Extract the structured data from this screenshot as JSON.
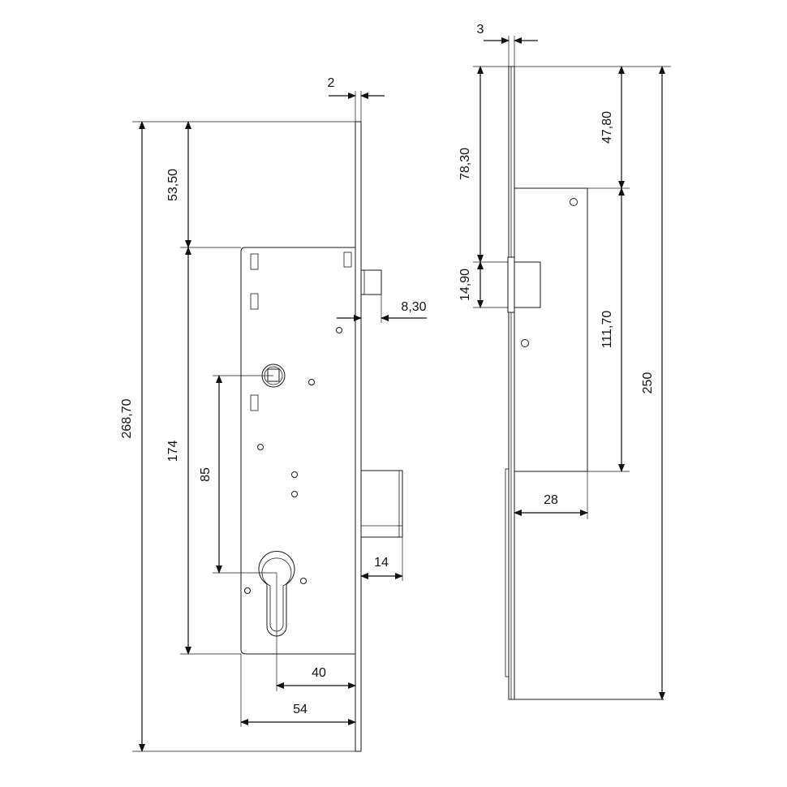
{
  "front_view": {
    "dim_total_height": "268,70",
    "dim_top_offset": "53,50",
    "dim_case_height": "174",
    "dim_follower_to_cylinder": "85",
    "dim_faceplate_thickness": "2",
    "dim_latch_projection": "8,30",
    "dim_deadbolt_projection": "14",
    "dim_backset": "40",
    "dim_case_depth": "54"
  },
  "side_view": {
    "dim_faceplate_thickness": "3",
    "dim_top_to_latch": "78,30",
    "dim_latch_height": "14,90",
    "dim_top_to_case": "47,80",
    "dim_case_height": "111,70",
    "dim_total_height": "250",
    "dim_case_width": "28"
  }
}
